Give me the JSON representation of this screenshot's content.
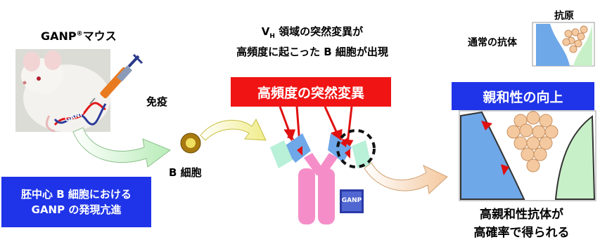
{
  "left_panel": {
    "mouse_title": "GANP",
    "mouse_title_reg": "®",
    "mouse_title_suffix": "マウス",
    "syringe_label": "GANP",
    "immunize_label": "免疫",
    "bcell_label": "B 細胞",
    "gc_box_line1": "胚中心 B 細胞における",
    "gc_box_line2": "GANP の発現亢進"
  },
  "middle_panel": {
    "heading_line1_prefix": "V",
    "heading_line1_sub": "H",
    "heading_line1_suffix": " 領域の突然変異が",
    "heading_line2": "高頻度に起こった B 細胞が出現",
    "mutation_box": "高頻度の突然変異",
    "ganp_logo": "GANP"
  },
  "right_panel": {
    "normal_antibody_label": "通常の抗体",
    "antigen_label": "抗原",
    "affinity_box": "親和性の向上",
    "result_line1": "高親和性抗体が",
    "result_line2": "高確率で得られる"
  },
  "colors": {
    "blue_box": "#1f34e8",
    "red_box": "#f01414",
    "antibody_blue": "#6fa8e8",
    "antibody_green": "#c8f0c8",
    "antigen_orange": "#f4c9a0",
    "heavy_chain_pink": "#f58ec8"
  }
}
